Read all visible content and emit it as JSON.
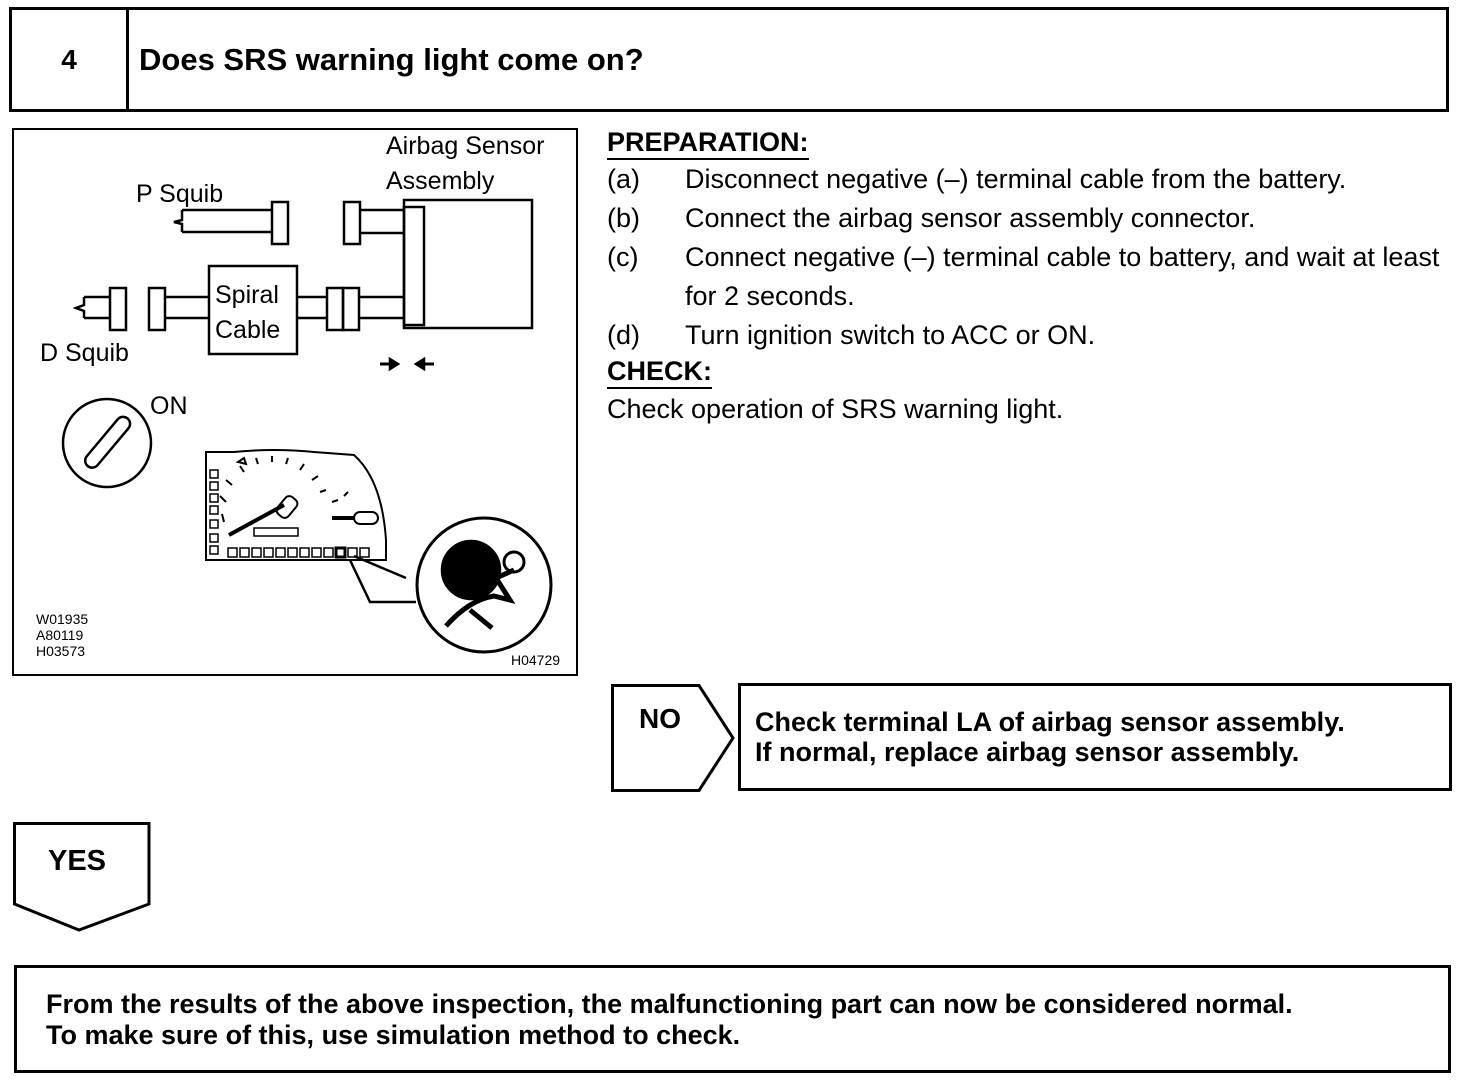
{
  "header": {
    "step_number": "4",
    "question": "Does SRS warning light come on?"
  },
  "figure": {
    "labels": {
      "airbag_sensor_line1": "Airbag Sensor",
      "airbag_sensor_line2": "Assembly",
      "p_squib": "P Squib",
      "d_squib": "D Squib",
      "spiral_line1": "Spiral",
      "spiral_line2": "Cable",
      "on": "ON"
    },
    "codes": [
      "W01935",
      "A80119",
      "H03573"
    ],
    "figure_id": "H04729"
  },
  "preparation": {
    "heading": "PREPARATION:",
    "steps": [
      {
        "label": "(a)",
        "text": "Disconnect negative (–) terminal cable from the battery."
      },
      {
        "label": "(b)",
        "text": "Connect the airbag sensor assembly connector."
      },
      {
        "label": "(c)",
        "text": "Connect negative (–) terminal cable to battery, and wait at least for 2 seconds."
      },
      {
        "label": "(d)",
        "text": "Turn ignition switch to ACC or ON."
      }
    ]
  },
  "check": {
    "heading": "CHECK:",
    "text": "Check operation of SRS warning light."
  },
  "no_branch": {
    "label": "NO",
    "line1": "Check terminal LA of airbag sensor assembly.",
    "line2": "If normal, replace airbag sensor assembly."
  },
  "yes_branch": {
    "label": "YES"
  },
  "final": {
    "line1": "From the results of the above inspection, the malfunctioning part can now be considered normal.",
    "line2": "To make sure of this, use simulation method to check."
  }
}
